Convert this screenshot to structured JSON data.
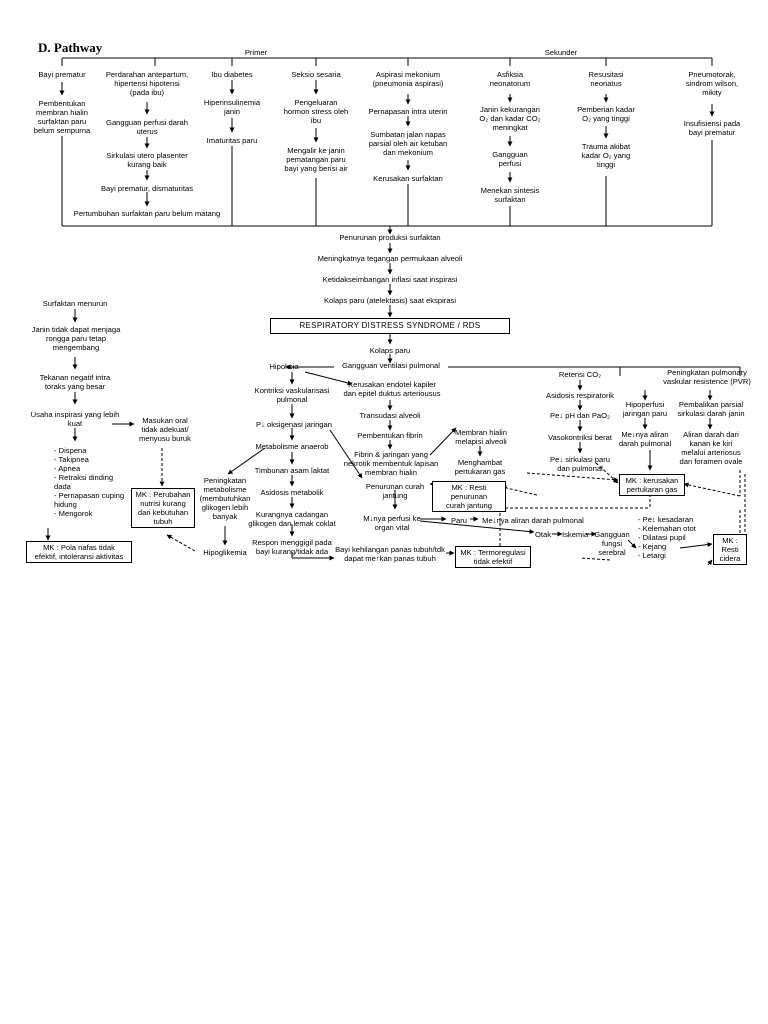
{
  "heading": "D. Pathway",
  "primer_label": "Primer",
  "sekunder_label": "Sekunder",
  "primer": {
    "bayi_prematur": "Bayi prematur",
    "pembentukan": "Pembentukan\nmembran hialin\nsurfaktan paru\nbelum sempurna",
    "perdarahan": "Perdarahan antepartum,\nhipertensi hipotensi\n(pada ibu)",
    "gangguan_perfusi": "Gangguan perfusi darah\nuterus",
    "sirkulasi": "Sirkulasi utero plasenter\nkurang baik",
    "dismaturitas": "Bayi prematur, dismaturitas",
    "pertumbuhan": "Pertumbuhan surfaktan paru belum matang",
    "ibu_diabetes": "Ibu diabetes",
    "hiperinsulinemia": "Hiperinsulinemia\njanin",
    "imaturitas": "Imaturitas paru",
    "seksio": "Seksio sesaria",
    "pengeluaran": "Pengeluaran\nhormon stress oleh\nibu",
    "mengalir": "Mengalir ke janin\npematangan paru\nbayi yang berisi air"
  },
  "sekunder": {
    "aspirasi": "Aspirasi mekonium\n(pneumonia aspirasi)",
    "pernapasan_uterin": "Pernapasan intra uterin",
    "sumbatan": "Sumbatan jalan napas\nparsial oleh air ketuban\ndan mekonium",
    "kerusakan_surfaktan": "Kerusakan surfaktan",
    "asfiksia": "Asfiksia\nneonatorum",
    "janin_kekurangan": "Janin kekurangan\nO₂ dan kadar CO₂\nmeningkat",
    "gangguan_perfusi": "Gangguan\nperfusi",
    "menekan_sintesis": "Menekan sintesis\nsurfaktan",
    "resusitasi": "Resusitasi\nneonatus",
    "pemberian_o2": "Pemberian kadar\nO₂ yang tinggi",
    "trauma": "Trauma akibat\nkadar O₂ yang\ntinggi",
    "pneumotorak": "Pneumotorak,\nsindrom wilson,\nmikity",
    "insufisiensi": "Insufisiensi pada\nbayi prematur"
  },
  "center": {
    "penurunan_produksi": "Penurunan produksi surfaktan",
    "tegangan": "Meningkatnya tegangan permukaan alveoli",
    "ketidakseimbangan": "Ketidakseimbangan inflasi saat inspirasi",
    "kolaps_paru_atelektasis": "Kolaps paru (atelektasis) saat ekspirasi",
    "rds": "RESPIRATORY DISTRESS SYNDROME / RDS",
    "kolaps_paru": "Kolaps paru",
    "gangguan_ventilasi": "Gangguan ventilasi pulmonal"
  },
  "left_column": {
    "surfaktan_menurun": "Surfaktan menurun",
    "janin_tidak_dapat": "Janin tidak dapat menjaga\nrongga paru tetap\nmengembang",
    "tekanan_negatif": "Tekanan negatif intra\ntoraks yang besar",
    "usaha_inspirasi": "Usaha inspirasi yang lebih\nkuat",
    "symptoms": "- Dispena\n- Takipnea\n- Apnea\n- Retraksi dinding\n  dada\n- Pernapasan cuping\n  hidung\n- Mengorok",
    "mk_pola_nafas": "MK : Pola nafas tidak\nefektif, intoleransi aktivitas",
    "masukan_oral": "Masukan oral\ntidak adekuat/\nmenyusu buruk",
    "mk_nutrisi": "MK : Perubahan\nnutrisi kurang\ndari kebutuhan\ntubuh"
  },
  "middle_column": {
    "hipoksia": "Hipoksia",
    "kontriksi": "Kontriksi vaskularisasi\npulmonal",
    "p_oksigenasi": "P↓ oksigenasi jaringan",
    "metabolisme_anaerob": "Metabolisme anaerob",
    "peningkatan_metabolisme": "Peningkatan\nmetabolisme\n(membutuhkan\nglikogen lebih\nbanyak",
    "hipoglikemia": "Hipoglikemia",
    "timbunan": "Timbunan asam laktat",
    "asidosis_metabolik": "Asidosis metabolik",
    "kurangnya_cadangan": "Kurangnya cadangan\nglikogen dan lemak coklat",
    "respon_menggigil": "Respon menggigil pada\nbayi kurang/tidak ada",
    "kehilangan_panas": "Bayi kehilangan panas tubuh/tdk\ndapat me↑kan panas tubuh",
    "mk_termoregulasi": "MK : Termoregulasi\ntidak efektif",
    "kerusakan_endotel": "Kerusakan endotel kapiler\ndan epitel duktus arteriousus",
    "transudasi": "Transudasi alveoli",
    "pembentukan_fibrin": "Pembentukan fibrin",
    "fibrin_jaringan": "Fibrin & jaringan yang\nnekrotik membentuk lapisan\nmembran hialin",
    "membran_hialin": "Membran hialin\nmelapisi alveoli",
    "menghambat": "Menghambat\npertukaran gas",
    "penurunan_curah": "Penurunan curah\njantung",
    "mk_resti_penurunan": "MK : Resti penurunan\ncurah jantung",
    "m_perfusi": "M↓nya perfusi ke\norgan vital",
    "paru": "Paru",
    "me_aliran_pulmonal": "Me↓nya aliran darah pulmonal",
    "otak": "Otak",
    "iskemia": "Iskemia",
    "gangguan_fungsi": "Gangguan\nfungsi\nserebral",
    "neuro_symptoms": "- Pe↓ kesadaran\n- Kelemahan otot\n- Dilatasi pupil\n- Kejang\n- Letargi",
    "mk_resti_cidera": "MK :\nResti\ncidera"
  },
  "right_column": {
    "retensi_co2": "Retensi CO₂",
    "asidosis_respiratorik": "Asidosis respiratorik",
    "pe_ph": "Pe↓ pH dan PaO₂",
    "vasokontriksi": "Vasokontriksi berat",
    "pe_sirkulasi": "Pe↓ sirkulasi paru\ndan pulmonal",
    "peningkatan_pvr": "Peningkatan pulmonary\nvaskular resistence (PVR)",
    "hipoperfusi": "Hipoperfusi\njaringan paru",
    "me_aliran_pulmonal": "Me↓nya aliran\ndarah pulmonal",
    "pembalikan": "Pembalikan parsial\nsirkulasi darah janin",
    "aliran_darah": "Aliran darah dari\nkanan ke kiri\nmelalui arteriosus\ndan foramen ovale",
    "mk_kerusakan_gas": "MK : kerusakan\npertukaran gas"
  }
}
